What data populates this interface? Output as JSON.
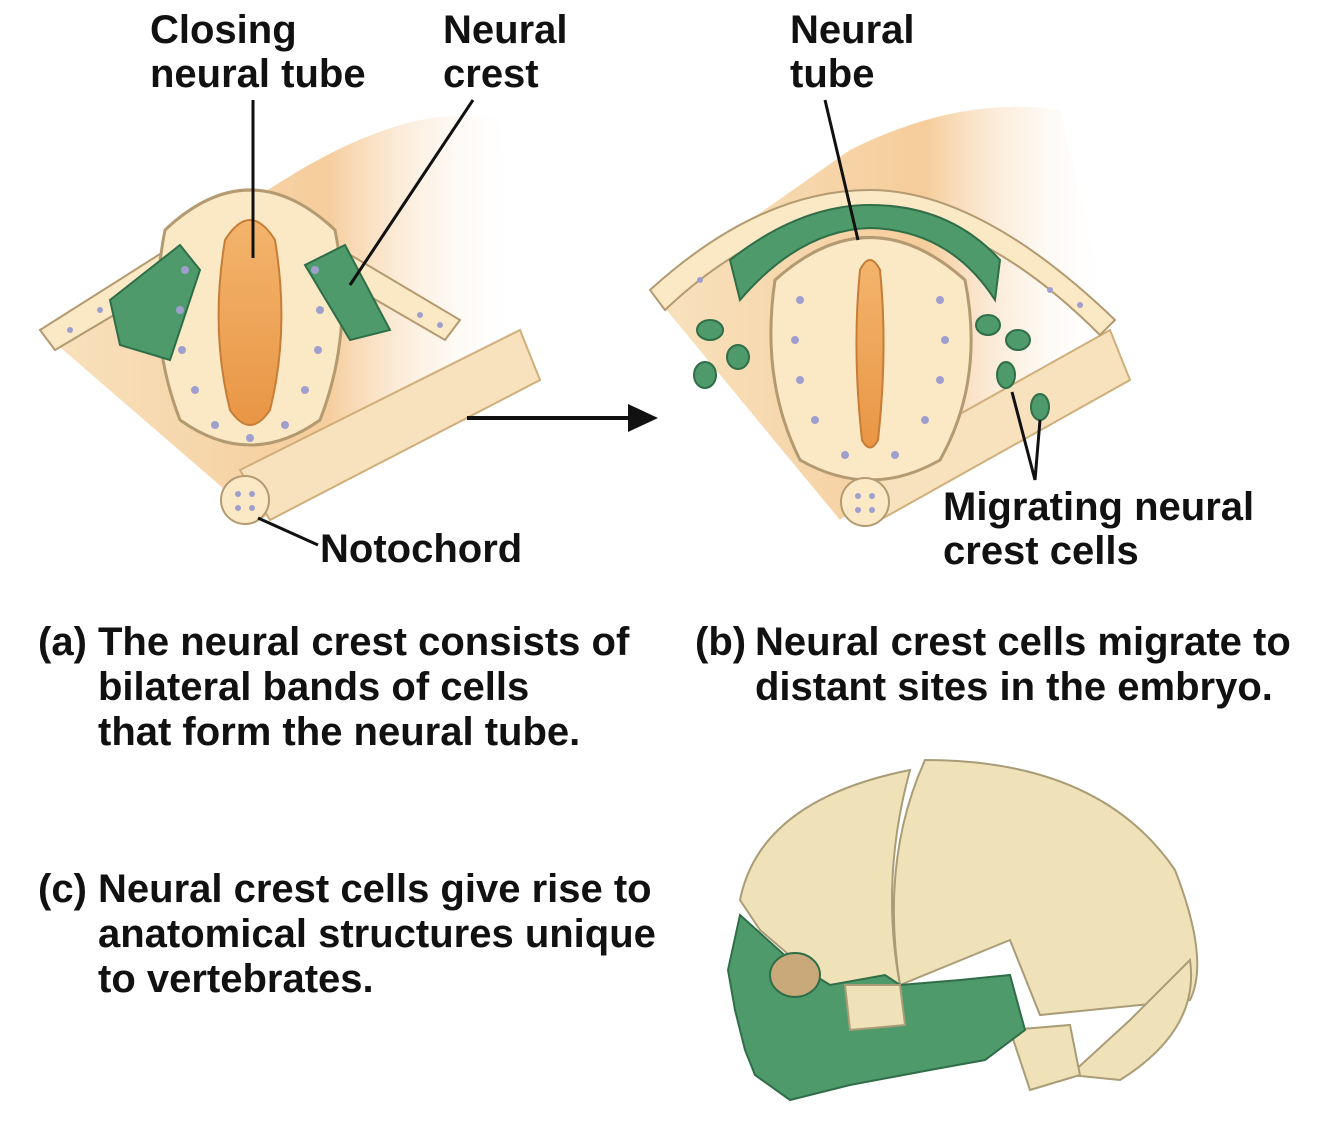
{
  "labels": {
    "closing_neural_tube": "Closing\nneural tube",
    "neural_crest": "Neural\ncrest",
    "neural_tube": "Neural\ntube",
    "notochord": "Notochord",
    "migrating_cells": "Migrating neural\ncrest cells"
  },
  "captions": {
    "a": {
      "tag": "(a)",
      "text": "The neural crest consists of\nbilateral bands of cells\nthat form the neural tube."
    },
    "b": {
      "tag": "(b)",
      "text": "Neural crest cells migrate to\ndistant sites in the embryo."
    },
    "c": {
      "tag": "(c)",
      "text": "Neural crest cells give rise to\nanatomical structures unique\nto vertebrates."
    }
  },
  "colors": {
    "tissue": "#f6d9a8",
    "tissue_shade": "#f0a860",
    "cell": "#fbe9c6",
    "cell_outline": "#b39a70",
    "nucleus": "#9f9fce",
    "crest": "#4f9a6a",
    "crest_dark": "#2f6e48",
    "lumen": "#eea150",
    "bone": "#efe2b9",
    "bone_outline": "#a99c76"
  }
}
